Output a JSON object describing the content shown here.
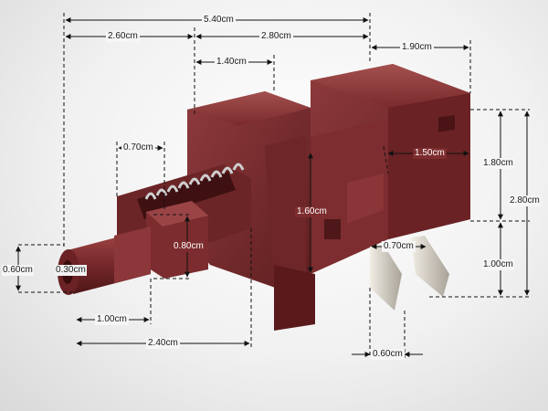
{
  "dimensions": {
    "total_length": "5.40cm",
    "front_length": "2.60cm",
    "rear_length": "2.80cm",
    "spring_section": "1.40cm",
    "rear_depth": "1.90cm",
    "plunger_width": "0.70cm",
    "body_width": "1.50cm",
    "upper_height": "1.80cm",
    "total_height": "2.80cm",
    "body_height": "1.60cm",
    "collar_height": "0.80cm",
    "pin_spacing": "0.70cm",
    "lower_height": "1.00cm",
    "button_height": "0.60cm",
    "button_inner": "0.30cm",
    "button_depth": "1.00cm",
    "shaft_length": "2.40cm",
    "terminal_width": "0.60cm"
  },
  "colors": {
    "housing": "#7a2a2c",
    "housing_dark": "#561a1c",
    "housing_light": "#9a4446",
    "spring": "#c8c8c8",
    "terminal": "#d4cfc4",
    "dimension_line": "#111111"
  }
}
